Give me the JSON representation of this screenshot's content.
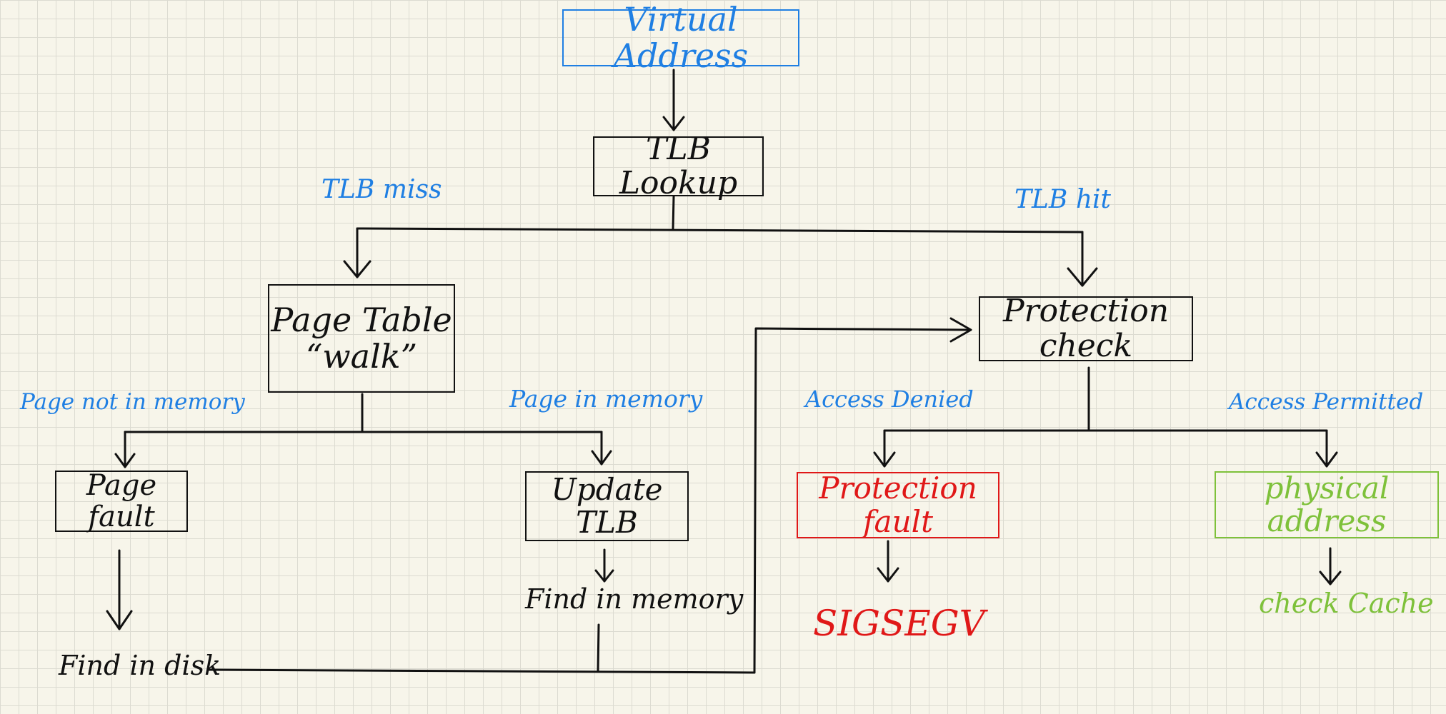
{
  "colors": {
    "ink": "#111111",
    "blue": "#1f7fe3",
    "red": "#e01818",
    "green": "#7ec13a"
  },
  "nodes": {
    "virtual_address": "Virtual Address",
    "tlb_lookup": "TLB Lookup",
    "page_table_walk": "Page Table\n“walk”",
    "protection_check": "Protection check",
    "page_fault": "Page fault",
    "update_tlb": "Update TLB",
    "find_in_memory": "Find in memory",
    "find_in_disk": "Find in disk",
    "protection_fault": "Protection fault",
    "sigsegv": "SIGSEGV",
    "physical_address": "physical address",
    "check_cache": "check Cache"
  },
  "edges": {
    "tlb_miss": "TLB miss",
    "tlb_hit": "TLB hit",
    "page_not_in_memory": "Page not in memory",
    "page_in_memory": "Page in memory",
    "access_denied": "Access Denied",
    "access_permitted": "Access Permitted"
  }
}
